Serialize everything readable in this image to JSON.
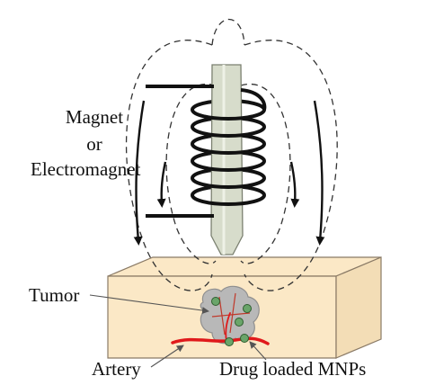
{
  "labels": {
    "magnet": "Magnet",
    "or": "or",
    "electromagnet": "Electromagnet",
    "tumor": "Tumor",
    "artery": "Artery",
    "drug_mnps": "Drug loaded MNPs"
  },
  "colors": {
    "block_face": "#fbe8c6",
    "block_outline": "#8a7a66",
    "core_fill": "#d7dccb",
    "coil": "#111111",
    "field_lines": "#333333",
    "tumor": "#b8b8b8",
    "artery": "#e0191b",
    "mnp": "#6aa56a"
  }
}
